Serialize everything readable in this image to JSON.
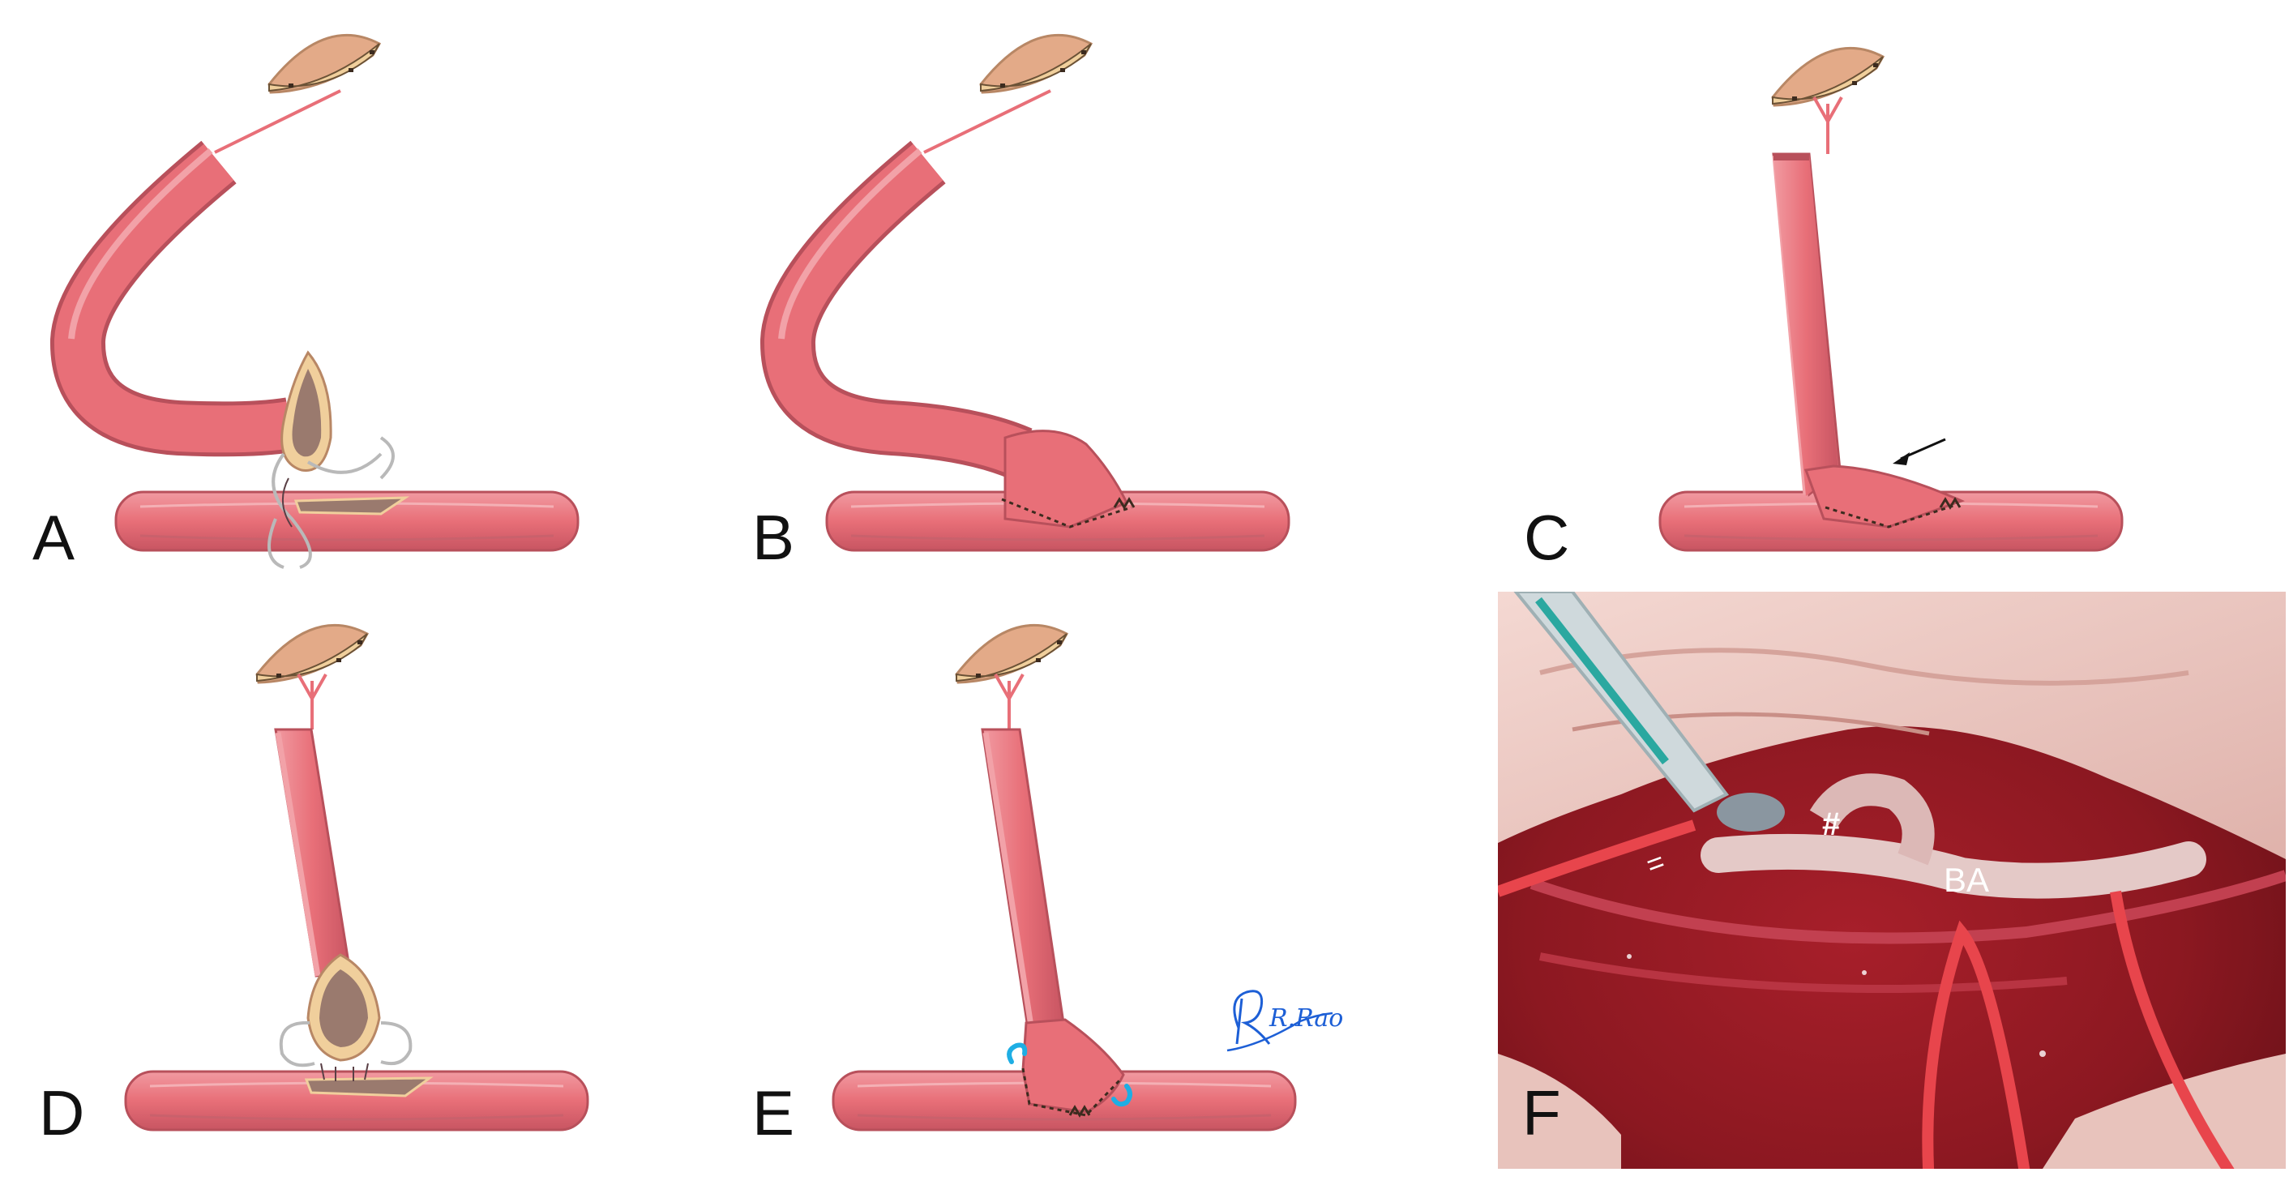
{
  "panels": [
    {
      "letter": "A",
      "step": "flap"
    },
    {
      "letter": "B",
      "step": "end-to-side-anastomosis"
    },
    {
      "letter": "C",
      "step": "vertical-graft-kink"
    },
    {
      "letter": "D",
      "step": "flap"
    },
    {
      "letter": "E",
      "step": "vertical-graft-sutured"
    },
    {
      "letter": "F",
      "step": "intraoperative-photo"
    }
  ],
  "photo_labels": {
    "hash": "#",
    "artery": "BA",
    "wall": "="
  },
  "signature": "R.Rao",
  "colors": {
    "vessel": "#e86f78",
    "vessel_dark": "#b8505b",
    "vessel_light": "#f2a2a8",
    "skin": "#e3aa88",
    "skin_rim": "#f0cf9c",
    "flap_inner": "#9a7a6e",
    "suture": "#5a3f45",
    "loop": "#b9b9b9",
    "clip": "#1eaee4",
    "photo_tissue": "#efcfc9",
    "photo_blood": "#9e1c26"
  }
}
